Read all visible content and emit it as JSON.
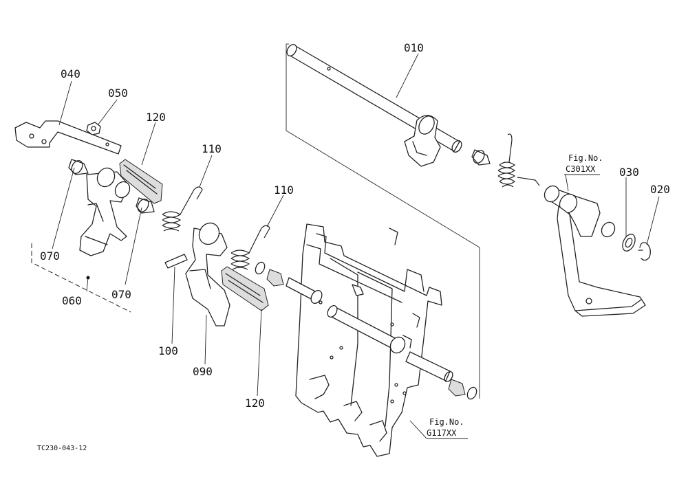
{
  "labels": {
    "p010": "010",
    "p020": "020",
    "p030": "030",
    "p040": "040",
    "p050": "050",
    "p060": "060",
    "p070a": "070",
    "p070b": "070",
    "p090": "090",
    "p100": "100",
    "p110a": "110",
    "p110b": "110",
    "p120a": "120",
    "p120b": "120"
  },
  "refs": {
    "c301_title": "Fig.No.",
    "c301_no": "C301XX",
    "g117_title": "Fig.No.",
    "g117_no": "G117XX"
  },
  "drawing_id": "TC230-043-12"
}
